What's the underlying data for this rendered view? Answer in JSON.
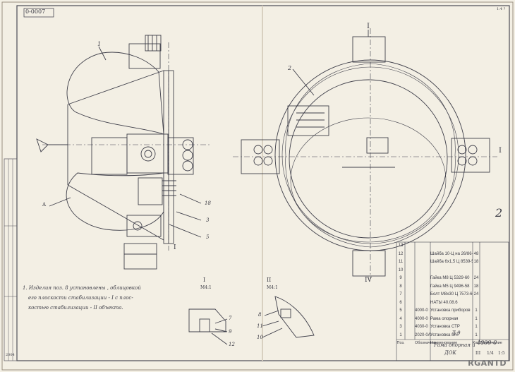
{
  "sheet": {
    "doc_number": "0-0007",
    "corner_mark": "1:4 ?",
    "sheet_mark": "2",
    "watermark": "RGANTD",
    "stamp_mark": "2004"
  },
  "labels": {
    "left_pos1": "1",
    "right_pos2": "2",
    "left_pos18": "18",
    "left_pos3": "3",
    "left_pos5": "5",
    "left_I": "I",
    "right_I_top": "I",
    "right_I_right": "I",
    "right_IV": "IV",
    "right_II": "II",
    "left_A": "A",
    "det1_title": "I",
    "det1_scale": "M4:1",
    "det2_title": "II",
    "det2_scale": "M4:1",
    "d7": "7",
    "d9": "9",
    "d12": "12",
    "d8": "8",
    "d11": "11",
    "d10": "10"
  },
  "note": {
    "line1": "1. Изделия поз. 8  установлены , облицовкой",
    "line2": "его плоскости стабилизации - I с плос-",
    "line3": "костью стабилизации - II объекта."
  },
  "spec_table": {
    "rows": [
      {
        "pos": "13",
        "code": "",
        "name": "",
        "qty": "",
        "note": ""
      },
      {
        "pos": "12",
        "code": "",
        "name": "Шайба 10-Ц на 26/86-58",
        "qty": "48",
        "note": ""
      },
      {
        "pos": "11",
        "code": "",
        "name": "Шайба 6х1,5 Ц 8539-58",
        "qty": "18",
        "note": ""
      },
      {
        "pos": "10",
        "code": "",
        "name": "",
        "qty": "",
        "note": ""
      },
      {
        "pos": "9",
        "code": "",
        "name": "Гайка М8 Ц 5329-60",
        "qty": "24",
        "note": ""
      },
      {
        "pos": "8",
        "code": "",
        "name": "Гайка М5 Ц 9496-58",
        "qty": "18",
        "note": ""
      },
      {
        "pos": "7",
        "code": "",
        "name": "Болт М8х30 Ц 7573-60",
        "qty": "24",
        "note": ""
      },
      {
        "pos": "6",
        "code": "",
        "name": "НАТЫ 40.08.6",
        "qty": "",
        "note": ""
      },
      {
        "pos": "5",
        "code": "4000-0",
        "name": "Установка приборов",
        "qty": "1",
        "note": ""
      },
      {
        "pos": "4",
        "code": "4000-0",
        "name": "Рама опорная",
        "qty": "1",
        "note": ""
      },
      {
        "pos": "3",
        "code": "4030-0",
        "name": "Установка СТР",
        "qty": "1",
        "note": ""
      },
      {
        "pos": "1",
        "code": "2020-0А",
        "name": "Установка ЗАТ",
        "qty": "1",
        "note": ""
      }
    ],
    "header": {
      "pos": "Поз.",
      "code": "Обозначение",
      "name": "Наименование",
      "qty": "Кол.",
      "note": "Примечание"
    },
    "title_line1": "Рама опорная и",
    "title_line2": "ДОК",
    "doc_code": "4000-0",
    "sheet_count_top": "Л.9",
    "misc1": "III",
    "misc2": "1/4",
    "misc3": "1:5"
  }
}
